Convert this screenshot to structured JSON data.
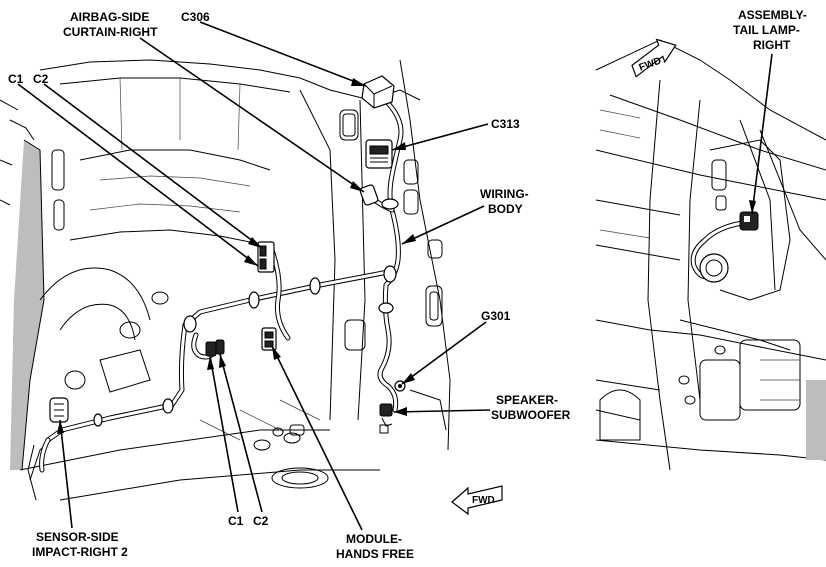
{
  "labels": {
    "c306": "C306",
    "airbag_line1": "AIRBAG-SIDE",
    "airbag_line2": "CURTAIN-RIGHT",
    "c1_top": "C1",
    "c2_top": "C2",
    "c313": "C313",
    "wiring_line1": "WIRING-",
    "wiring_line2": "BODY",
    "g301": "G301",
    "speaker_line1": "SPEAKER-",
    "speaker_line2": "SUBWOOFER",
    "c1_bottom": "C1",
    "c2_bottom": "C2",
    "module_line1": "MODULE-",
    "module_line2": "HANDS FREE",
    "sensor_line1": "SENSOR-SIDE",
    "sensor_line2": "IMPACT-RIGHT 2",
    "assembly_line1": "ASSEMBLY-",
    "assembly_line2": "TAIL LAMP-",
    "assembly_line3": "RIGHT",
    "fwd_top": "FWD",
    "fwd_bottom": "FWD"
  },
  "icons": [
    "fwd-arrow-icon",
    "fwd-arrow-icon"
  ],
  "colors": {
    "ink": "#000000",
    "shading": "#bdbdbd",
    "background": "#ffffff"
  }
}
